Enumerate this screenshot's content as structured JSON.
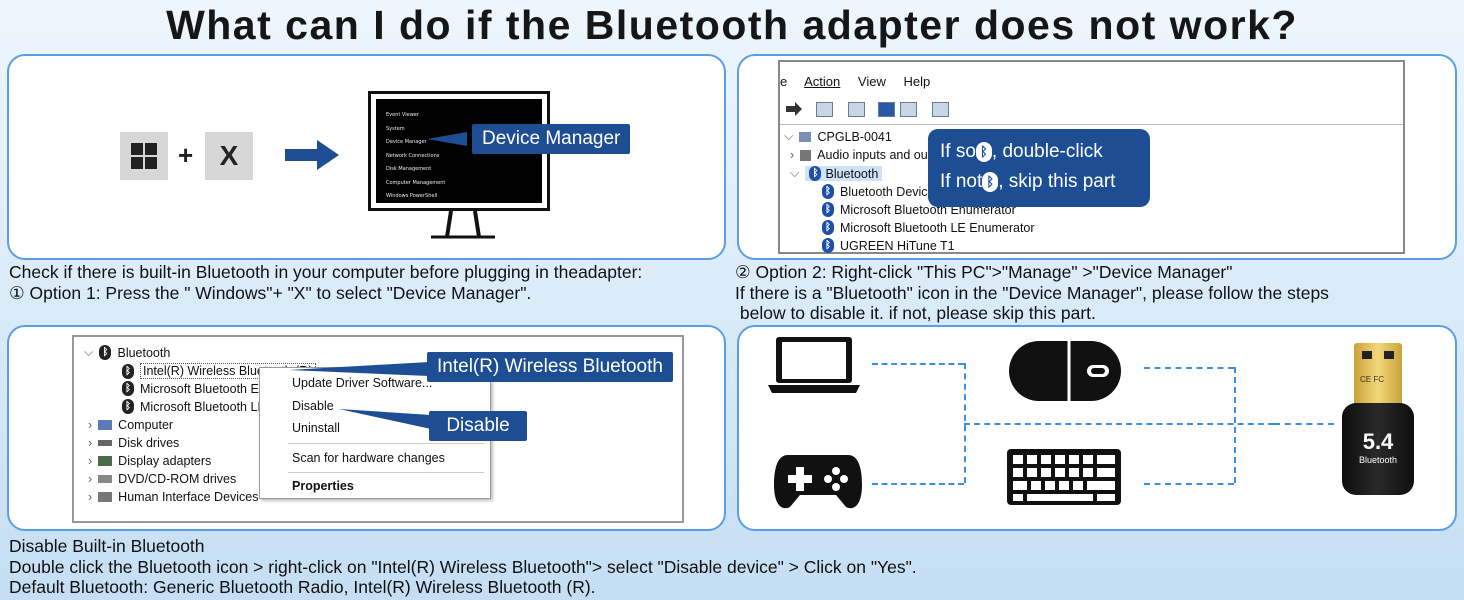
{
  "title": "What can I do if the Bluetooth adapter does not work?",
  "panel1": {
    "plus": "+",
    "x_key": "X",
    "callout": "Device Manager",
    "menu_items": [
      "Event Viewer",
      "System",
      "Device Manager",
      "Network Connections",
      "Disk Management",
      "Computer Management",
      "Windows PowerShell"
    ],
    "caption_line1": "Check if there is built-in Bluetooth in your computer before plugging in theadapter:",
    "caption_line2": "① Option 1: Press the \" Windows\"+ \"X\" to select \"Device Manager\"."
  },
  "panel2": {
    "menu": [
      "e",
      "Action",
      "View",
      "Help"
    ],
    "computer": "CPGLB-0041",
    "audio": "Audio inputs and ou",
    "bluetooth": "Bluetooth",
    "devices": [
      "Bluetooth Device",
      "Microsoft Bluetooth Enumerator",
      "Microsoft Bluetooth LE Enumerator",
      "UGREEN HiTune T1"
    ],
    "callout_line1_a": "If so",
    "callout_line1_b": ", double-click",
    "callout_line2_a": "If not",
    "callout_line2_b": ", skip this part",
    "caption_line1": "② Option 2: Right-click \"This PC\">\"Manage\" >\"Device Manager\"",
    "caption_line2": "If there is a \"Bluetooth\" icon in the \"Device Manager\", please follow the steps",
    "caption_line3": " below to disable it. if not, please skip this part."
  },
  "panel3": {
    "bluetooth": "Bluetooth",
    "bt_items": [
      "Intel(R) Wireless Bluetooth (R)",
      "Microsoft Bluetooth Er",
      "Microsoft Bluetooth LI"
    ],
    "categories": [
      "Computer",
      "Disk drives",
      "Display adapters",
      "DVD/CD-ROM drives",
      "Human Interface Devices"
    ],
    "context_menu": [
      "Update Driver Software...",
      "Disable",
      "Uninstall",
      "Scan for hardware changes",
      "Properties"
    ],
    "callout_main": "Intel(R) Wireless Bluetooth",
    "callout_disable": "Disable",
    "caption_line1": "Disable Built-in Bluetooth",
    "caption_line2": "Double click the Bluetooth icon > right-click on \"Intel(R) Wireless Bluetooth\"> select \"Disable device\" > Click on \"Yes\".",
    "caption_line3": "Default Bluetooth: Generic Bluetooth Radio, Intel(R) Wireless Bluetooth (R)."
  },
  "panel4": {
    "adapter_version": "5.4",
    "adapter_label": "Bluetooth",
    "adapter_marks": "CE FC",
    "devices": [
      "laptop",
      "mouse",
      "gamepad",
      "keyboard"
    ]
  },
  "colors": {
    "callout": "#1d4e94",
    "panel_border": "#5a9fe4",
    "dashed": "#3d8fe0"
  }
}
